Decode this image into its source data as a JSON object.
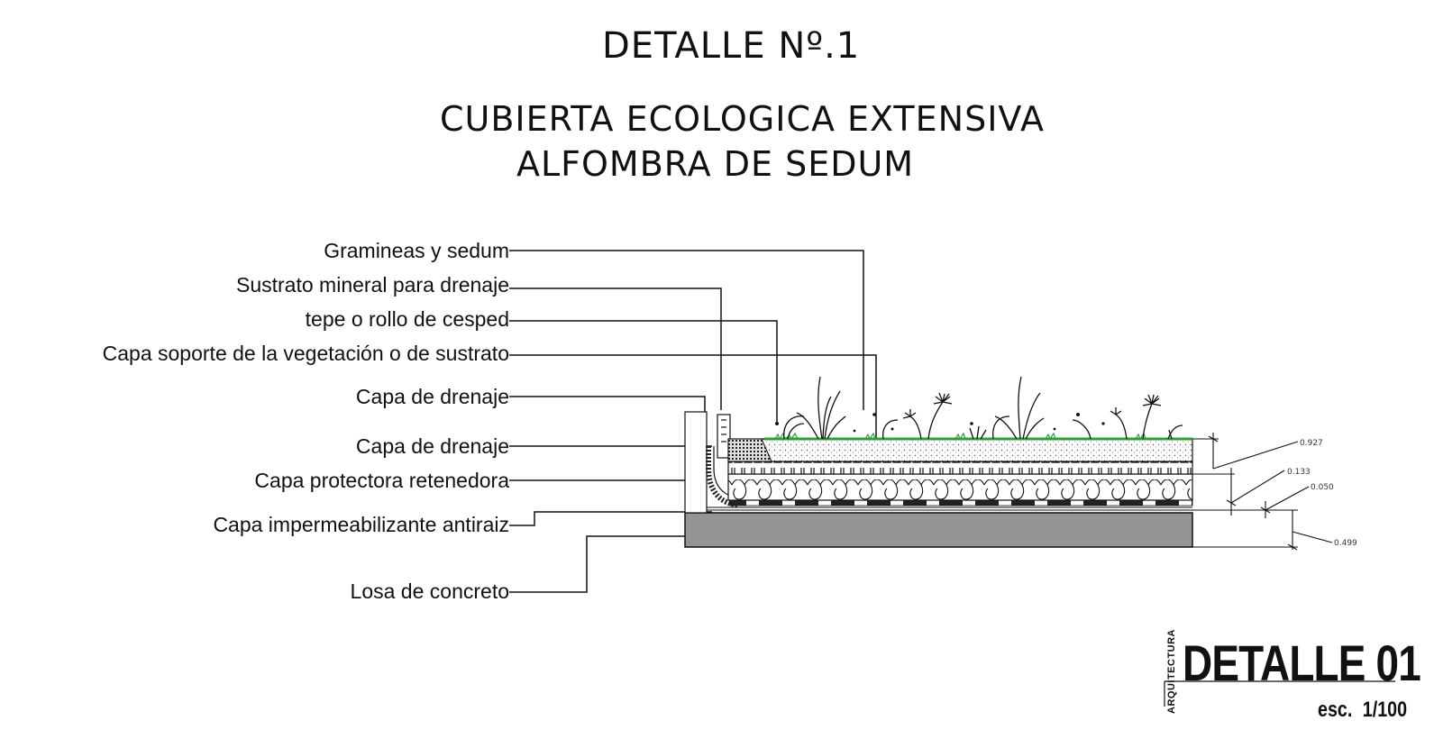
{
  "title": {
    "detail_number": "DETALLE Nº.1",
    "line1": "CUBIERTA ECOLOGICA EXTENSIVA",
    "line2": "ALFOMBRA  DE SEDUM"
  },
  "labels": [
    "Gramineas y sedum",
    "Sustrato mineral para drenaje",
    "tepe o rollo de cesped",
    "Capa soporte de la vegetación o de sustrato",
    "Capa de drenaje",
    "Capa de drenaje",
    "Capa protectora retenedora",
    "Capa impermeabilizante antiraiz",
    "Losa de concreto"
  ],
  "dimensions": [
    "0.927",
    "0.133",
    "0.050",
    "0.499"
  ],
  "stamp": {
    "side_text": "ARQUITECTURA",
    "main_text": "DETALLE 01",
    "scale_prefix": "esc.",
    "scale_value": "1/100"
  },
  "colors": {
    "slab": "#949494",
    "grass": "#2f9e3a",
    "ink": "#111111"
  }
}
